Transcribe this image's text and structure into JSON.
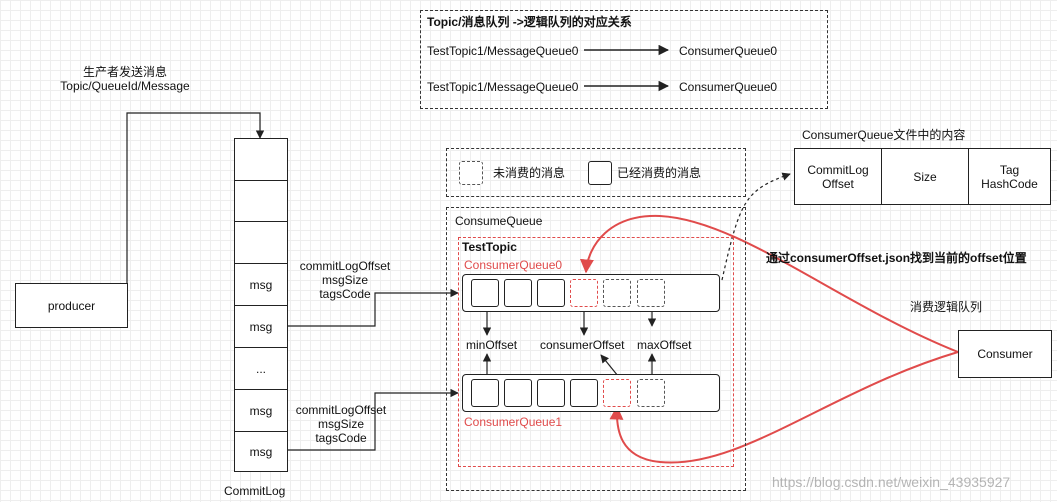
{
  "mapping": {
    "title": "Topic/消息队列 ->逻辑队列的对应关系",
    "rows": [
      {
        "from": "TestTopic1/MessageQueue0",
        "to": "ConsumerQueue0"
      },
      {
        "from": "TestTopic1/MessageQueue0",
        "to": "ConsumerQueue0"
      }
    ]
  },
  "producer": {
    "label": "producer",
    "send_line1": "生产者发送消息",
    "send_line2": "Topic/QueueId/Message"
  },
  "commitlog": {
    "label": "CommitLog",
    "cells": [
      "",
      "",
      "",
      "msg",
      "msg",
      "...",
      "msg",
      "msg"
    ]
  },
  "annotations": {
    "upper": [
      "commitLogOffset",
      "msgSize",
      "tagsCode"
    ],
    "lower": [
      "commitLogOffset",
      "msgSize",
      "tagsCode"
    ]
  },
  "legend": {
    "unconsumed": "未消费的消息",
    "consumed": "已经消费的消息"
  },
  "consume_queue": {
    "label": "ConsumeQueue",
    "topic": "TestTopic",
    "queue0": "ConsumerQueue0",
    "queue1": "ConsumerQueue1",
    "min_offset": "minOffset",
    "consumer_offset": "consumerOffset",
    "max_offset": "maxOffset"
  },
  "cq_file": {
    "title": "ConsumerQueue文件中的内容",
    "fields": [
      "CommitLog\nOffset",
      "Size",
      "Tag\nHashCode"
    ]
  },
  "consumer": {
    "label": "Consumer",
    "queue_label": "消费逻辑队列",
    "note": "通过consumerOffset.json找到当前的offset位置"
  },
  "watermark": "https://blog.csdn.net/weixin_43935927",
  "colors": {
    "accent_red": "#e04b4b",
    "stroke": "#222222"
  }
}
